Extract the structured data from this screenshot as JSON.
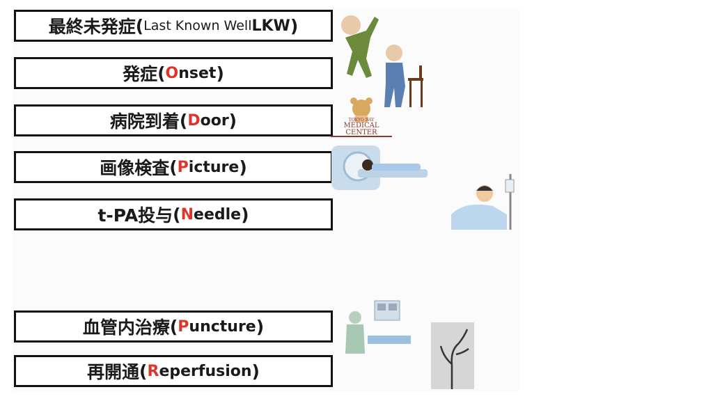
{
  "steps": [
    {
      "jp": "最終未発症",
      "open": "(",
      "en_rest": "Last Known Well ",
      "abbr": "LKW",
      "close": ")"
    },
    {
      "jp": "発症",
      "open": "(",
      "initial": "O",
      "rest": "nset",
      "close": ")"
    },
    {
      "jp": "病院到着",
      "open": "(",
      "initial": "D",
      "rest": "oor",
      "close": ")"
    },
    {
      "jp": "画像検査",
      "open": "(",
      "initial": "P",
      "rest": "icture",
      "close": ")"
    },
    {
      "jp": "t-PA投与",
      "open": "(",
      "initial": "N",
      "rest": "eedle",
      "close": ")"
    },
    {
      "jp": "血管内治療",
      "open": "(",
      "initial": "P",
      "rest": "uncture",
      "close": ")"
    },
    {
      "jp": "再開通",
      "open": "(",
      "initial": "R",
      "rest": "eperfusion",
      "close": ")"
    }
  ],
  "logo": {
    "line1": "TOKYO BAY",
    "line2": "MEDICAL CENTER"
  },
  "colors": {
    "accent": "#e0342b",
    "border": "#111111"
  }
}
